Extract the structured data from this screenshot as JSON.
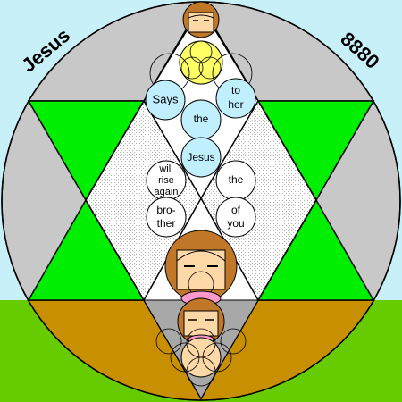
{
  "labels": {
    "left_word": "Jesus",
    "right_number": "8880"
  },
  "circle_words": {
    "says": "Says",
    "to": "to",
    "her": "her",
    "the_top": "the",
    "jesus": "Jesus",
    "will": "will",
    "rise": "rise",
    "again": "again",
    "bro": "bro-",
    "ther": "ther",
    "the_right": "the",
    "of": "of",
    "you": "you"
  },
  "colors": {
    "sky": "#c8f0f8",
    "grass": "#66cc00",
    "disk_gray": "#c8c8c8",
    "green_triangle": "#00ee00",
    "ochre": "#c89000",
    "yellow": "#ffff66",
    "light_blue": "#c0f0ff",
    "skin": "#ffd8a8",
    "hair": "#c07828",
    "lips": "#ff99cc"
  }
}
